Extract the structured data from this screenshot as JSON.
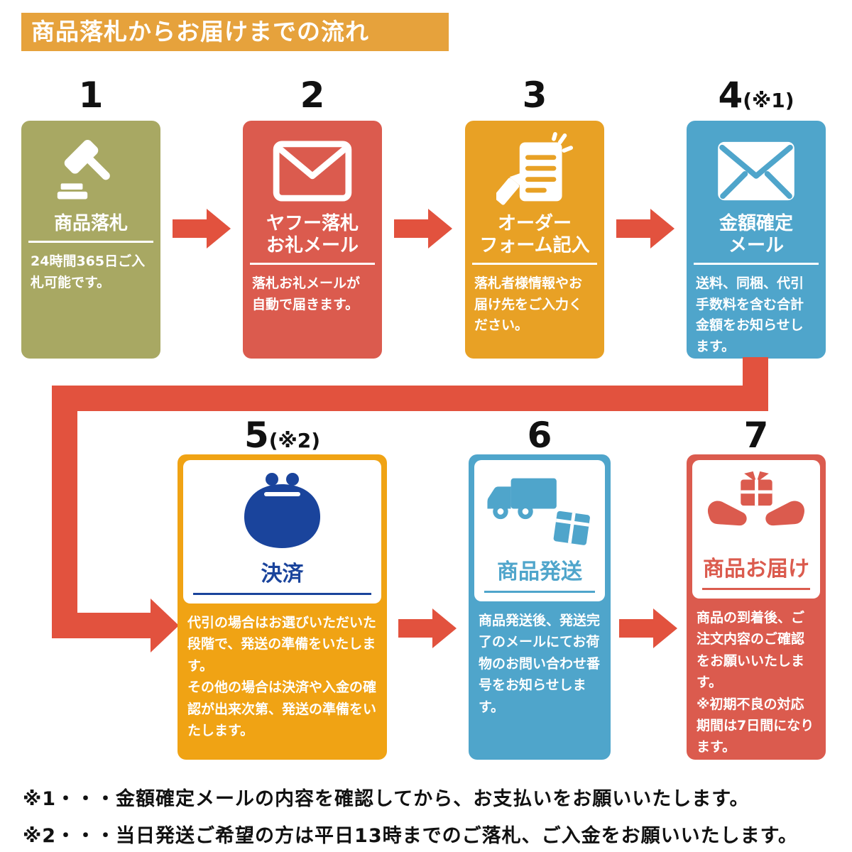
{
  "palette": {
    "header_bg": "#E6A23C",
    "arrow_red": "#E2523E",
    "olive": "#A8A863",
    "red": "#DB5B4E",
    "orange": "#E8A125",
    "deep_orange": "#F0A314",
    "blue": "#4FA5CB",
    "navy": "#1A449C",
    "white": "#FFFFFF",
    "text_black": "#111111"
  },
  "header": {
    "title": "商品落札からお届けまでの流れ"
  },
  "steps": [
    {
      "number": "1",
      "number_note": "",
      "title": "商品落札",
      "body": "24時間365日ご入札可能です。",
      "icon": "gavel-icon",
      "color": "#A8A863"
    },
    {
      "number": "2",
      "number_note": "",
      "title": "ヤフー落札\nお礼メール",
      "body": "落札お礼メールが自動で届きます。",
      "icon": "mail-outline-icon",
      "color": "#DB5B4E"
    },
    {
      "number": "3",
      "number_note": "",
      "title": "オーダー\nフォーム記入",
      "body": "落札者様情報やお届け先をご入力ください。",
      "icon": "form-pencil-icon",
      "color": "#E8A125"
    },
    {
      "number": "4",
      "number_note": "(※1)",
      "title": "金額確定\nメール",
      "body": "送料、同梱、代引手数料を含む合計金額をお知らせします。",
      "icon": "mail-filled-icon",
      "color": "#4FA5CB"
    },
    {
      "number": "5",
      "number_note": "(※2)",
      "title": "決済",
      "body": "代引の場合はお選びいただいた段階で、発送の準備をいたします。\nその他の場合は決済や入金の確認が出来次第、発送の準備をいたします。",
      "icon": "coin-purse-icon",
      "color": "#F0A314",
      "accent": "#1A449C"
    },
    {
      "number": "6",
      "number_note": "",
      "title": "商品発送",
      "body": "商品発送後、発送完了のメールにてお荷物のお問い合わせ番号をお知らせします。",
      "icon": "truck-box-icon",
      "color": "#4FA5CB",
      "accent": "#4FA5CB"
    },
    {
      "number": "7",
      "number_note": "",
      "title": "商品お届け",
      "body": "商品の到着後、ご注文内容のご確認をお願いいたします。\n※初期不良の対応期間は7日間になります。",
      "icon": "hands-package-icon",
      "color": "#DB5B4E",
      "accent": "#DB5B4E"
    }
  ],
  "footnotes": [
    "※1・・・金額確定メールの内容を確認してから、お支払いをお願いいたします。",
    "※2・・・当日発送ご希望の方は平日13時までのご落札、ご入金をお願いいたします。"
  ]
}
